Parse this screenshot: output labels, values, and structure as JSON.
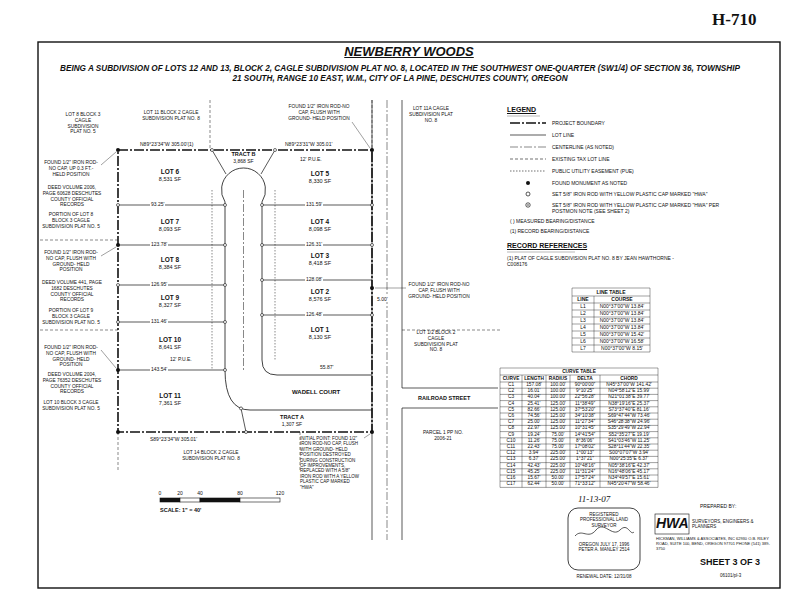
{
  "diagram": {
    "title": "NEWBERRY WOODS",
    "nodes": [
      {
        "text": [
          "LOT 6",
          "8,531 SF"
        ]
      },
      {
        "text": [
          "LOT 7",
          "8,093 SF"
        ]
      },
      {
        "text": [
          "LOT 8",
          "8,384 SF"
        ]
      },
      {
        "text": [
          "LOT 9",
          "8,327 SF"
        ]
      },
      {
        "text": [
          "LOT 10",
          "8,641 SF"
        ]
      },
      {
        "text": [
          "LOT 11",
          "7,361 SF"
        ]
      },
      {
        "text": [
          "TRACT B",
          "3,868 SF"
        ]
      },
      {
        "text": [
          "LOT 5",
          "8,330 SF"
        ]
      },
      {
        "text": [
          "LOT 4",
          "8,098 SF"
        ]
      },
      {
        "text": [
          "LOT 3",
          "8,418 SF"
        ]
      },
      {
        "text": [
          "LOT 2",
          "8,576 SF"
        ]
      },
      {
        "text": [
          "LOT 1",
          "8,130 SF"
        ]
      },
      {
        "text": [
          "TRACT A",
          "1,307 SF"
        ]
      }
    ],
    "labels": [
      "H-710",
      "BEING A SUBDIVISION OF LOTS 12 AND 13, BLOCK 2, CAGLE SUBDIVISION PLAT NO. 8, LOCATED IN THE SOUTHWEST ONE-QUARTER (SW1/4) OF SECTION 36, TOWNSHIP 21 SOUTH, RANGE 10 EAST, W.M., CITY OF LA PINE, DESCHUTES COUNTY, OREGON",
      "LOT 8 BLOCK 3 CAGLE SUBDIVISION PLAT NO. 5",
      "LOT 11 BLOCK 2 CAGLE SUBDIVISION PLAT NO. 8",
      "FOUND 1/2\" IRON ROD-NO CAP, FLUSH WITH GROUND- HELD POSITION",
      "N89°23'34\"W 305.00'(1)",
      "N89°23'31\"W 305.01'",
      "LOT 11A CAGLE SUBDIVISION PLAT NO. 8",
      "FOUND 1/2\" IRON ROD-NO CAP, UP 0.3 FT.- HELD POSITION",
      "DEED VOLUME 2006, PAGE 60628 DESCHUTES COUNTY OFFICIAL RECORDS",
      "PORTION OF LOT 8 BLOCK 3 CAGLE SUBDIVISION PLAT NO. 5",
      "FOUND 1/2\" IRON ROD-NO CAP, FLUSH WITH GROUND- HELD POSITION",
      "DEED VOLUME 441, PAGE 1682 DESCHUTES COUNTY OFFICIAL RECORDS",
      "PORTION OF LOT 9 BLOCK 3 CAGLE SUBDIVISION PLAT NO. 5",
      "FOUND 1/2\" IRON ROD-NO CAP, FLUSH WITH GROUND- HELD POSITION",
      "DEED VOLUME 2004, PAGE 76352 DESCHUTES COUNTY OFFICIAL RECORDS",
      "LOT 10 BLOCK 3 CAGLE SUBDIVISION PLAT NO. 5",
      "FOUND 1/2\" IRON ROD-NO CAP, FLUSH WITH GROUND- HELD POSITION",
      "LOT 1/2 BLOCK 2 CAGLE SUBDIVISION PLAT NO. 8",
      "RAILROAD STREET",
      "WADELL COURT",
      "PARCEL 1 PP NO. 2006-21",
      "INITIAL POINT: FOUND 1/2\" IRON ROD-NO CAP, FLUSH WITH GROUND- HELD POSITION DESTROYED DURING CONSTRUCTION OF IMPROVEMENTS, REPLACED WITH A 5/8\" IRON ROD WITH A YELLOW PLASTIC CAP MARKED \"HWA\"",
      "LOT 14 BLOCK 2 CAGLE SUBDIVISION PLAT NO. 8",
      "S89°23'34\"W 305.01'",
      "93.25'",
      "123.78'",
      "126.95'",
      "131.46'",
      "143.54'",
      "131.59'",
      "126.31'",
      "128.08'",
      "126.48'",
      "12' P.U.E.",
      "12' P.U.E.",
      "55.87'",
      "5.00'",
      "SCALE: 1\" = 40'",
      "0",
      "20",
      "40",
      "80",
      "120",
      "LEGEND",
      "RECORD REFERENCES",
      "(1) PLAT OF CAGLE SUBDIVISION PLAT NO. 8 BY JEAN HAWTHORNE - C008176",
      "11-13-07",
      "REGISTERED PROFESSIONAL LAND SURVEYOR",
      "OREGON JULY 17, 1996 PETER A. MANLEY 2514",
      "RENEWAL DATE: 12/31/08",
      "PREPARED BY:",
      "HWA",
      "SURVEYORS, ENGINEERS & PLANNERS",
      "HICKMAN, WILLIAMS & ASSOCIATES, INC 62930 O.B. RILEY ROAD, SUITE 100, BEND, OREGON 97701 PHONE (541) 389-3750",
      "SHEET 3 OF 3",
      "06101/pl-3",
      "LINE TABLE",
      "LINE",
      "COURSE",
      "L1",
      "N00°37'00\"W 13.84'",
      "L2",
      "N00°37'00\"W 13.84'",
      "L3",
      "N00°37'00\"W 13.84'",
      "L4",
      "N00°37'00\"W 13.84'",
      "L5",
      "N00°37'00\"W 15.42'",
      "L6",
      "N00°37'00\"W 16.58'",
      "L7",
      "N00°37'00\"W 8.15'",
      "CURVE TABLE",
      "CURVE",
      "LENGTH",
      "RADIUS",
      "DELTA",
      "CHORD",
      "C1",
      "157.08'",
      "100.00'",
      "90°00'00\"",
      "N45°37'00\"W 141.42'",
      "C2",
      "16.01'",
      "100.00'",
      "9°10'25\"",
      "N04°58'12\"E 15.99'",
      "C3",
      "40.04'",
      "100.00'",
      "22°56'28\"",
      "N21°01'38\"E 39.77'",
      "C4",
      "25.41'",
      "125.00'",
      "11°38'49\"",
      "N38°19'16\"E 25.37'",
      "C5",
      "82.66'",
      "125.00'",
      "37°53'20\"",
      "S73°37'40\"E 81.16'",
      "C6",
      "74.56'",
      "125.00'",
      "34°10'38\"",
      "S69°47'44\"W 73.46'",
      "C7",
      "25.00'",
      "125.00'",
      "11°27'34\"",
      "S46°28'38\"W 24.96'",
      "C8",
      "22.97'",
      "125.00'",
      "10°31'45\"",
      "S35°29'49\"W 22.94'",
      "C9",
      "19.24'",
      "75.00'",
      "14°41'54\"",
      "S52°35'27\"E 19.19'",
      "C10",
      "11.26'",
      "75.00'",
      "8°36'06\"",
      "S41°03'46\"W 11.25'",
      "C11",
      "22.43'",
      "75.00'",
      "17°08'02\"",
      "S28°11'44\"W 22.35'",
      "C12",
      "3.94'",
      "225.00'",
      "1°00'13\"",
      "S00°07'07\"W 3.94'",
      "C13",
      "6.37'",
      "225.00'",
      "1°37'21\"",
      "N00°25'35\"E 6.37'",
      "C14",
      "42.43'",
      "225.00'",
      "10°48'16\"",
      "N05°38'16\"E 42.37'",
      "C15",
      "45.25'",
      "225.00'",
      "11°31'24\"",
      "N16°48'06\"E 45.17'",
      "C16",
      "15.67'",
      "50.00'",
      "17°57'24\"",
      "N34°49'57\"E 15.61'",
      "C17",
      "62.44'",
      "50.00'",
      "71°33'12\"",
      "N45°20'47\"W 58.46'"
    ],
    "legend": [
      {
        "text": "PROJECT BOUNDARY"
      },
      {
        "text": "LOT LINE"
      },
      {
        "text": "CENTERLINE (AS NOTED)"
      },
      {
        "text": "EXISTING TAX LOT LINE"
      },
      {
        "text": "PUBLIC UTILITY EASEMENT (PUE)"
      },
      {
        "text": "FOUND MONUMENT AS NOTED"
      },
      {
        "text": "SET 5/8\" IRON ROD WITH YELLOW PLASTIC CAP MARKED \"HWA\""
      },
      {
        "text": "SET 5/8\" IRON ROD WITH YELLOW PLASTIC CAP MARKED \"HWA\" PER POSTMON NOTE (SEE SHEET 2)"
      },
      {
        "text": "( ) MEASURED BEARING/DISTANCE"
      },
      {
        "text": "(1) RECORD BEARING/DISTANCE"
      }
    ]
  }
}
